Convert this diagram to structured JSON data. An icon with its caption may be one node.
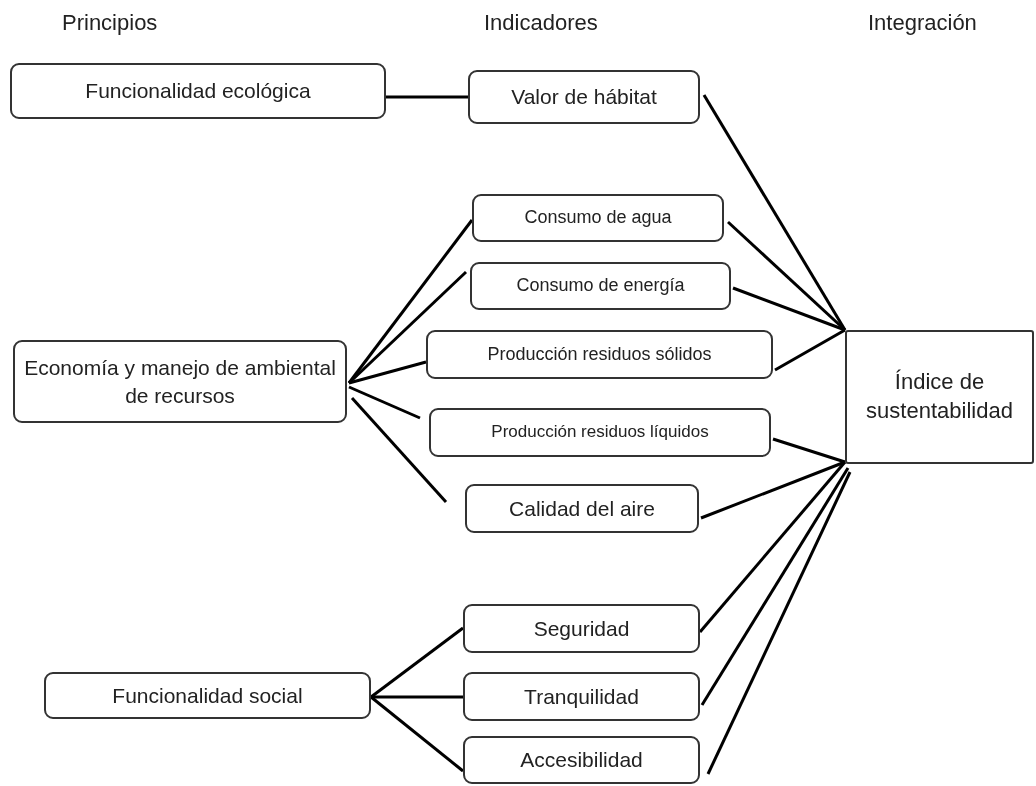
{
  "diagram": {
    "nodes": [
      {
        "text": [
          "Funcionalidad ecológica"
        ]
      },
      {
        "text": [
          "Valor de hábitat"
        ]
      },
      {
        "text": [
          "Economía y manejo de ambiental de recursos"
        ]
      },
      {
        "text": [
          "Consumo de agua"
        ]
      },
      {
        "text": [
          "Consumo de energía"
        ]
      },
      {
        "text": [
          "Producción residuos sólidos"
        ]
      },
      {
        "text": [
          "Producción residuos líquidos"
        ]
      },
      {
        "text": [
          "Calidad del aire"
        ]
      },
      {
        "text": [
          "Funcionalidad social"
        ]
      },
      {
        "text": [
          "Seguridad"
        ]
      },
      {
        "text": [
          "Tranquilidad"
        ]
      },
      {
        "text": [
          "Accesibilidad"
        ]
      },
      {
        "text": [
          "Índice de sustentabilidad"
        ]
      }
    ],
    "edges": [
      {
        "from": 0,
        "to": 1,
        "arrow": "none"
      },
      {
        "from": 2,
        "to": 3,
        "arrow": "none"
      },
      {
        "from": 2,
        "to": 4,
        "arrow": "none"
      },
      {
        "from": 2,
        "to": 5,
        "arrow": "none"
      },
      {
        "from": 2,
        "to": 6,
        "arrow": "none"
      },
      {
        "from": 2,
        "to": 7,
        "arrow": "none"
      },
      {
        "from": 8,
        "to": 9,
        "arrow": "none"
      },
      {
        "from": 8,
        "to": 10,
        "arrow": "none"
      },
      {
        "from": 8,
        "to": 11,
        "arrow": "none"
      },
      {
        "from": 1,
        "to": 12,
        "arrow": "none"
      },
      {
        "from": 3,
        "to": 12,
        "arrow": "none"
      },
      {
        "from": 4,
        "to": 12,
        "arrow": "none"
      },
      {
        "from": 5,
        "to": 12,
        "arrow": "none"
      },
      {
        "from": 6,
        "to": 12,
        "arrow": "none"
      },
      {
        "from": 7,
        "to": 12,
        "arrow": "none"
      },
      {
        "from": 9,
        "to": 12,
        "arrow": "none"
      },
      {
        "from": 10,
        "to": 12,
        "arrow": "none"
      },
      {
        "from": 11,
        "to": 12,
        "arrow": "none"
      }
    ],
    "labels": [
      "Principios",
      "Indicadores",
      "Integración"
    ]
  }
}
